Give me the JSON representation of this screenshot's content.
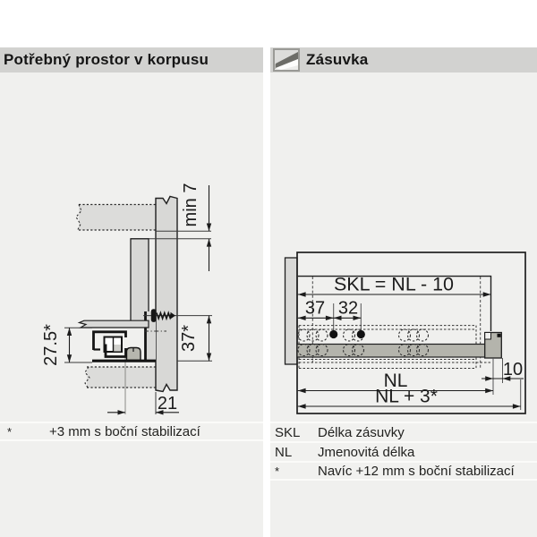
{
  "header": {
    "left_title": "Potřebný prostor v korpusu",
    "right_title": "Zásuvka",
    "right_icon": "drawer-photo-icon"
  },
  "left_diagram": {
    "title": "cabinet cross-section with runner",
    "labels": {
      "min_clearance": "min 7",
      "runner_height": "27.5*",
      "side_height": "37*",
      "depth": "21"
    }
  },
  "right_diagram": {
    "title": "drawer side view with rail",
    "labels": {
      "skl_formula": "SKL = NL - 10",
      "first_hole": "37",
      "hole_pitch": "32",
      "rear_offset": "10",
      "nominal_length": "NL",
      "nominal_plus": "NL + 3*"
    }
  },
  "footnotes": {
    "left": [
      {
        "term": "*",
        "desc": "+3 mm s boční stabilizací"
      }
    ],
    "right": [
      {
        "term": "SKL",
        "desc": "Délka zásuvky"
      },
      {
        "term": "NL",
        "desc": "Jmenovitá délka"
      },
      {
        "term": "*",
        "desc": "Navíc +12 mm s boční stabilizací"
      }
    ]
  },
  "colors": {
    "header_bar": "#d2d2d0",
    "content_bg": "#f0f0ee",
    "panel_fill": "#d8d8d6",
    "rail_fill": "#b4b4ac",
    "line": "#1c1c1c"
  }
}
